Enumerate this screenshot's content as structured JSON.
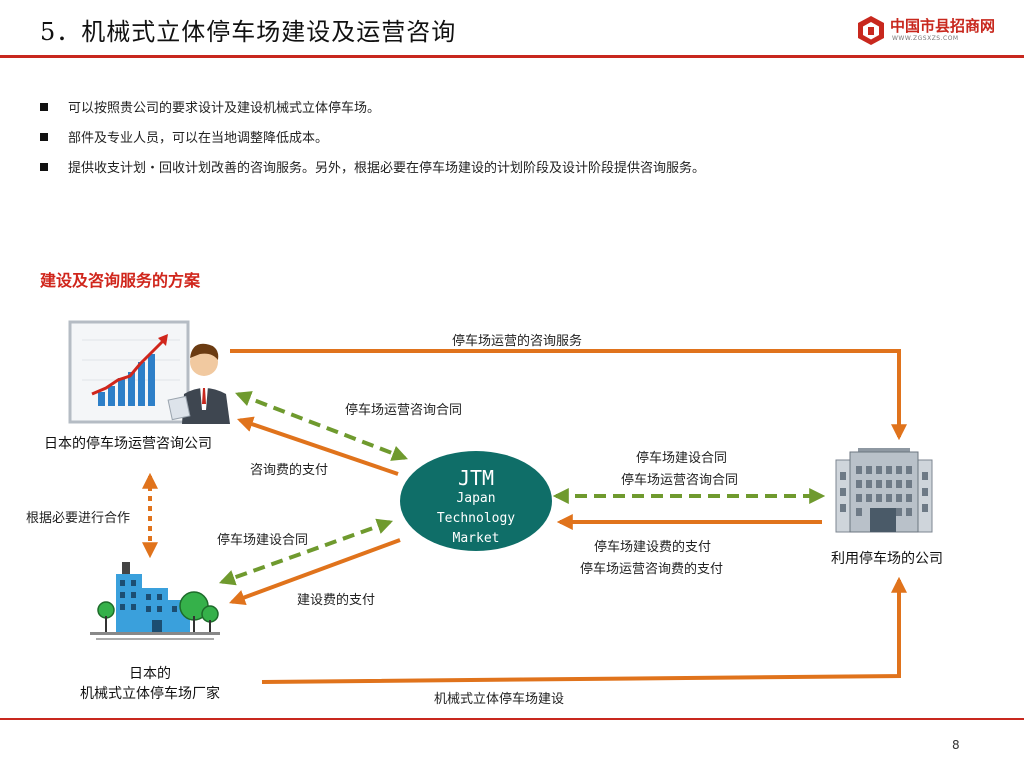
{
  "title": "5．机械式立体停车场建设及运营咨询",
  "logo": {
    "name": "中国市县招商网",
    "url_text": "WWW.ZGSXZS.COM"
  },
  "bullets": [
    "可以按照贵公司的要求设计及建设机械式立体停车场。",
    "部件及专业人员，可以在当地调整降低成本。",
    "提供收支计划・回收计划改善的咨询服务。另外，根据必要在停车场建设的计划阶段及设计阶段提供咨询服务。"
  ],
  "section_title": "建设及咨询服务的方案",
  "entities": {
    "consult": "日本的停车场运营咨询公司",
    "maker_line1": "日本的",
    "maker_line2": "机械式立体停车场厂家",
    "user": "利用停车场的公司"
  },
  "jtm": {
    "abbr": "JTM",
    "line1": "Japan",
    "line2": "Technology",
    "line3": "Market"
  },
  "labels": {
    "top_service": "停车场运营的咨询服务",
    "consult_contract": "停车场运营咨询合同",
    "consult_fee": "咨询费的支付",
    "cooperate": "根据必要进行合作",
    "build_contract": "停车场建设合同",
    "build_fee": "建设费的支付",
    "user_contract_1": "停车场建设合同",
    "user_contract_2": "停车场运营咨询合同",
    "user_pay_1": "停车场建设费的支付",
    "user_pay_2": "停车场运营咨询费的支付",
    "bottom_build": "机械式立体停车场建设"
  },
  "colors": {
    "orange": "#e0731c",
    "green": "#6f9a2e",
    "teal": "#0f6e68",
    "red": "#c8281e"
  },
  "page_number": "8"
}
